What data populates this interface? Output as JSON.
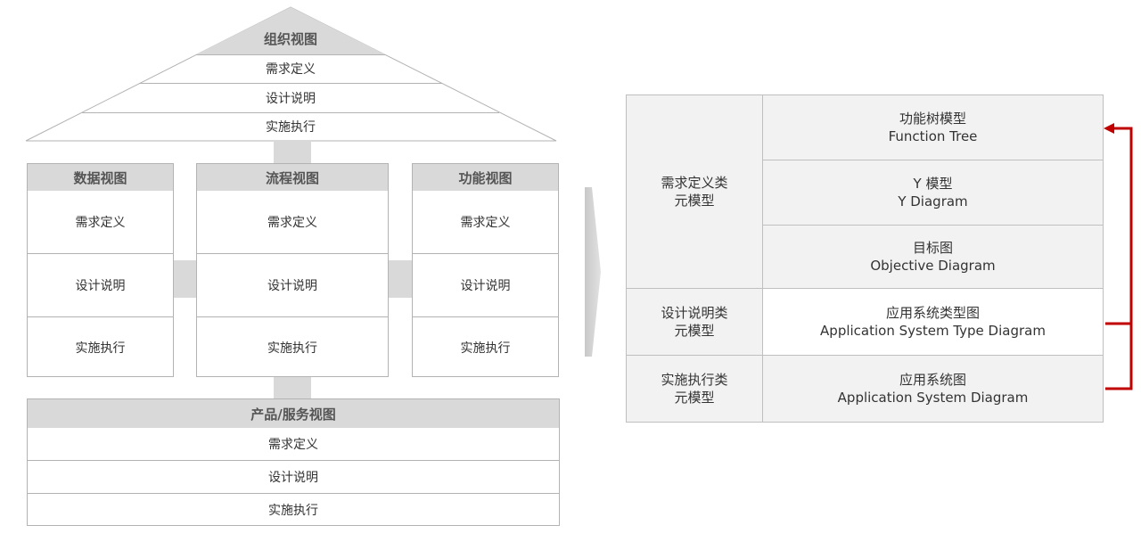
{
  "left": {
    "roof": {
      "title": "组织视图",
      "rows": [
        "需求定义",
        "设计说明",
        "实施执行"
      ]
    },
    "columns": [
      {
        "title": "数据视图",
        "rows": [
          "需求定义",
          "设计说明",
          "实施执行"
        ]
      },
      {
        "title": "流程视图",
        "rows": [
          "需求定义",
          "设计说明",
          "实施执行"
        ]
      },
      {
        "title": "功能视图",
        "rows": [
          "需求定义",
          "设计说明",
          "实施执行"
        ]
      }
    ],
    "base": {
      "title": "产品/服务视图",
      "rows": [
        "需求定义",
        "设计说明",
        "实施执行"
      ]
    }
  },
  "right": {
    "groups": [
      {
        "label_line1": "需求定义类",
        "label_line2": "元模型"
      },
      {
        "label_line1": "设计说明类",
        "label_line2": "元模型"
      },
      {
        "label_line1": "实施执行类",
        "label_line2": "元模型"
      }
    ],
    "models": [
      {
        "cn": "功能树模型",
        "en": "Function Tree"
      },
      {
        "cn": "Y 模型",
        "en": "Y Diagram"
      },
      {
        "cn": "目标图",
        "en": "Objective Diagram"
      },
      {
        "cn": "应用系统类型图",
        "en": "Application System Type Diagram"
      },
      {
        "cn": "应用系统图",
        "en": "Application System Diagram"
      }
    ]
  },
  "colors": {
    "header_gray": "#d9d9d9",
    "border": "#b3b3b3",
    "arrow_red": "#c00000",
    "table_bg": "#f2f2f2"
  }
}
